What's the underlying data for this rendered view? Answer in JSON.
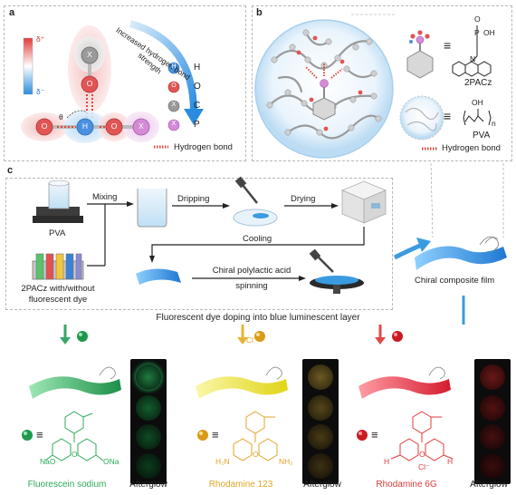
{
  "panels": {
    "a": "a",
    "b": "b",
    "c": "c"
  },
  "panel_a": {
    "atoms": {
      "x_top": "X",
      "o_top": "O",
      "h_center": "H",
      "o_left": "O",
      "o_right": "O",
      "x_right": "X"
    },
    "theta": "θ",
    "scale_plus": "δ⁺",
    "scale_minus": "δ⁻",
    "arrow_text_line1": "Increased hydrogen bond",
    "arrow_text_line2": "strength",
    "legend": [
      {
        "symbol": "H",
        "label": "H",
        "color": "#4a90e2"
      },
      {
        "symbol": "O",
        "label": "O",
        "color": "#e25555"
      },
      {
        "symbol": "X",
        "label": "C",
        "color": "#9a9a9a"
      },
      {
        "symbol": "X",
        "label": "P",
        "color": "#d58ad8"
      }
    ],
    "hbond_label": "Hydrogen bond"
  },
  "panel_b": {
    "equiv": "≡",
    "label_2pacz": "2PACz",
    "label_pva": "PVA",
    "hbond_label": "Hydrogen bond",
    "pacz_formula_O": "O",
    "pacz_formula_P": "P",
    "pacz_formula_OH": "OH",
    "pacz_formula_N": "N",
    "pva_n": "n",
    "pva_oh": "OH"
  },
  "panel_c": {
    "pva_label": "PVA",
    "dye_label_line1": "2PACz with/without",
    "dye_label_line2": "fluorescent dye",
    "mixing": "Mixing",
    "dripping": "Dripping",
    "drying": "Drying",
    "cooling": "Cooling",
    "spin_line1": "Chiral polylactic acid",
    "spin_line2": "spinning",
    "composite_label": "Chiral composite film",
    "doping_label": "Fluorescent dye doping into blue luminescent layer"
  },
  "dyes": [
    {
      "name": "Fluorescein sodium",
      "color": "#2eaa5a",
      "afterglow": "Afterglow",
      "subs_left": "NaO",
      "subs_right": "ONa",
      "atom_o": "O"
    },
    {
      "name": "Rhodamine 123",
      "color": "#e2a42a",
      "afterglow": "Afterglow",
      "subs_left": "H₂N",
      "subs_right": "NH₂",
      "atom_o": "O",
      "counter": "Cl⁻"
    },
    {
      "name": "Rhodamine 6G",
      "color": "#e03a3a",
      "afterglow": "Afterglow",
      "subs_left": "H",
      "subs_right": "H",
      "atom_o": "O",
      "counter": "Cl⁻"
    }
  ],
  "colors": {
    "blue_film": "#3a9be0",
    "green_film": "#35b36a",
    "yellow_film": "#e5e24a",
    "red_film": "#e53a4a",
    "arrow_blue": "#2f8fd8",
    "hbond": "#e0463c"
  }
}
